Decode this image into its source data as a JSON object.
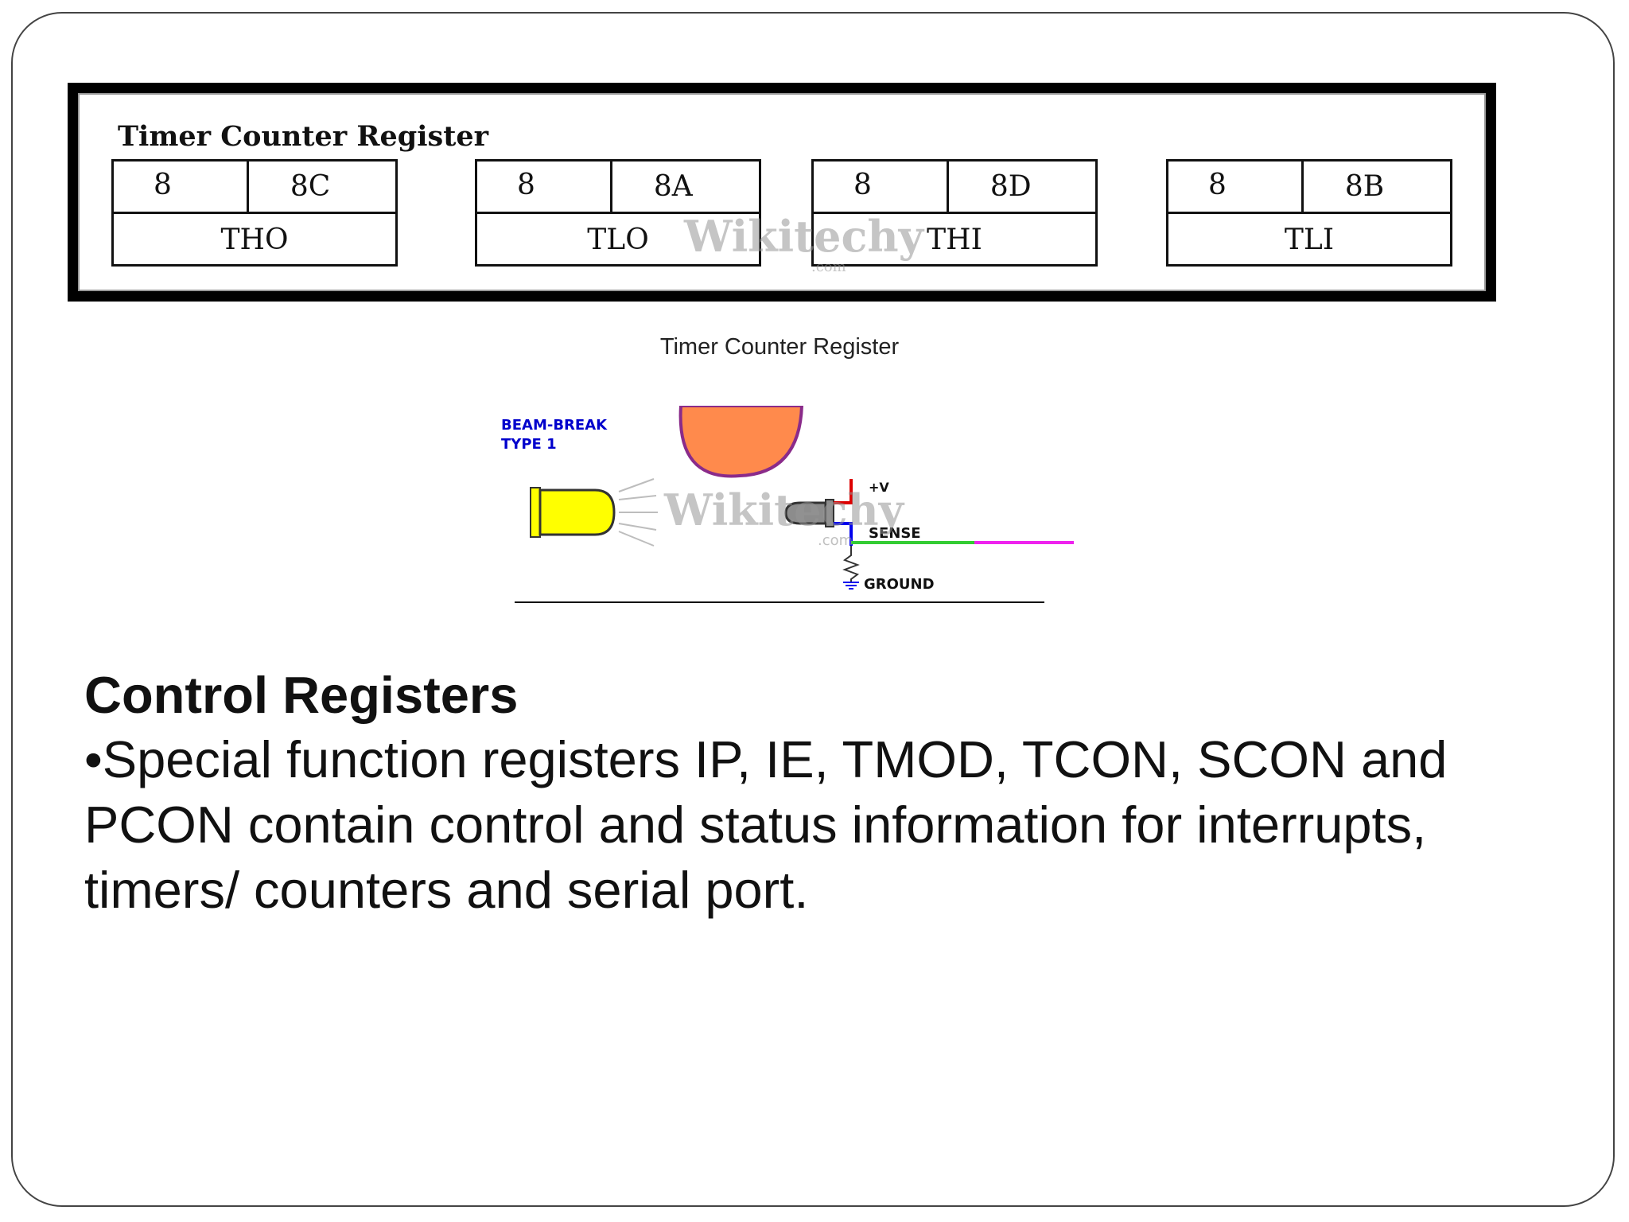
{
  "figure": {
    "title": "Timer Counter Register",
    "caption": "Timer Counter Register",
    "watermark": "Wikitechy",
    "watermark_sub": ".com",
    "registers": [
      {
        "bits": "8",
        "address": "8C",
        "name": "THO"
      },
      {
        "bits": "8",
        "address": "8A",
        "name": "TLO"
      },
      {
        "bits": "8",
        "address": "8D",
        "name": "THI"
      },
      {
        "bits": "8",
        "address": "8B",
        "name": "TLI"
      }
    ]
  },
  "diagram": {
    "label_line1": "BEAM-BREAK",
    "label_line2": "TYPE 1",
    "vplus": "+V",
    "sense": "SENSE",
    "ground": "GROUND",
    "watermark": "Wikitechy",
    "watermark_sub": ".com",
    "colors": {
      "led": "#ffff00",
      "ball": "#ff8a4c",
      "ball_outline": "#8a2b8a",
      "label": "#0000cc",
      "vplus_wire": "#dd0000",
      "sense_wire": "#0000ee",
      "sense_line": "#33cc33",
      "output_line": "#ee22ee"
    }
  },
  "text": {
    "heading": "Control Registers",
    "body": "•Special function registers IP, IE, TMOD, TCON, SCON and PCON contain control and status information for interrupts, timers/ counters and serial port."
  }
}
